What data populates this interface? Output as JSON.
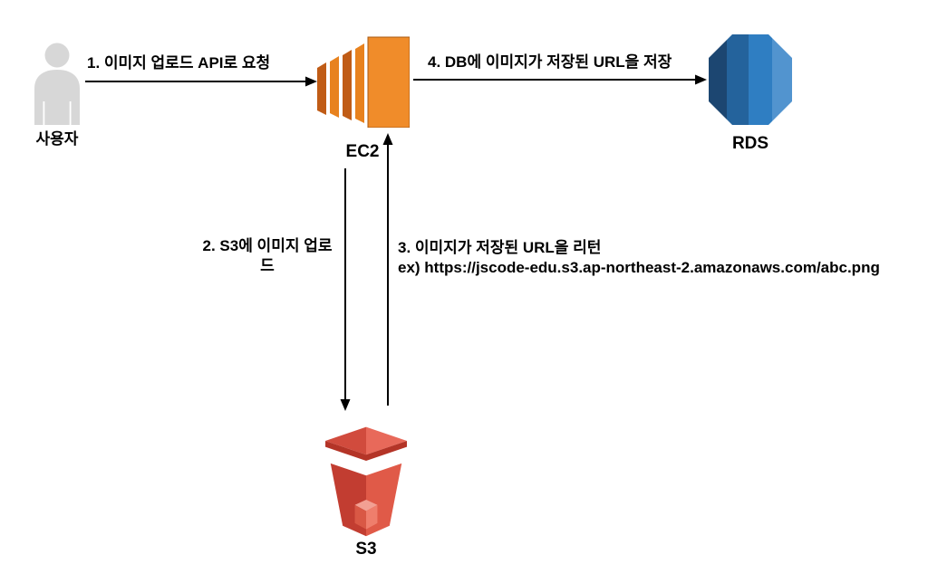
{
  "diagram": {
    "nodes": {
      "user": {
        "label": "사용자",
        "icon": "person-icon",
        "color": "#d7d7d7"
      },
      "ec2": {
        "label": "EC2",
        "icon": "aws-ec2-icon",
        "color": "#f08c2a"
      },
      "rds": {
        "label": "RDS",
        "icon": "aws-rds-icon",
        "color": "#2f7ec2"
      },
      "s3": {
        "label": "S3",
        "icon": "aws-s3-icon",
        "color": "#d9503f"
      }
    },
    "edges": {
      "request": {
        "from": "user",
        "to": "ec2",
        "label": "1. 이미지 업로드 API로 요청"
      },
      "upload": {
        "from": "ec2",
        "to": "s3",
        "label": "2. S3에 이미지 업로드",
        "label_lines": [
          "2. S3에 이미지 업로",
          "드"
        ]
      },
      "return_url": {
        "from": "s3",
        "to": "ec2",
        "label": "3. 이미지가 저장된 URL을 리턴",
        "example": "ex) https://jscode-edu.s3.ap-northeast-2.amazonaws.com/abc.png"
      },
      "save_url": {
        "from": "ec2",
        "to": "rds",
        "label": "4. DB에 이미지가 저장된 URL을 저장"
      }
    },
    "arrow_color": "#000000",
    "background": "#ffffff"
  }
}
